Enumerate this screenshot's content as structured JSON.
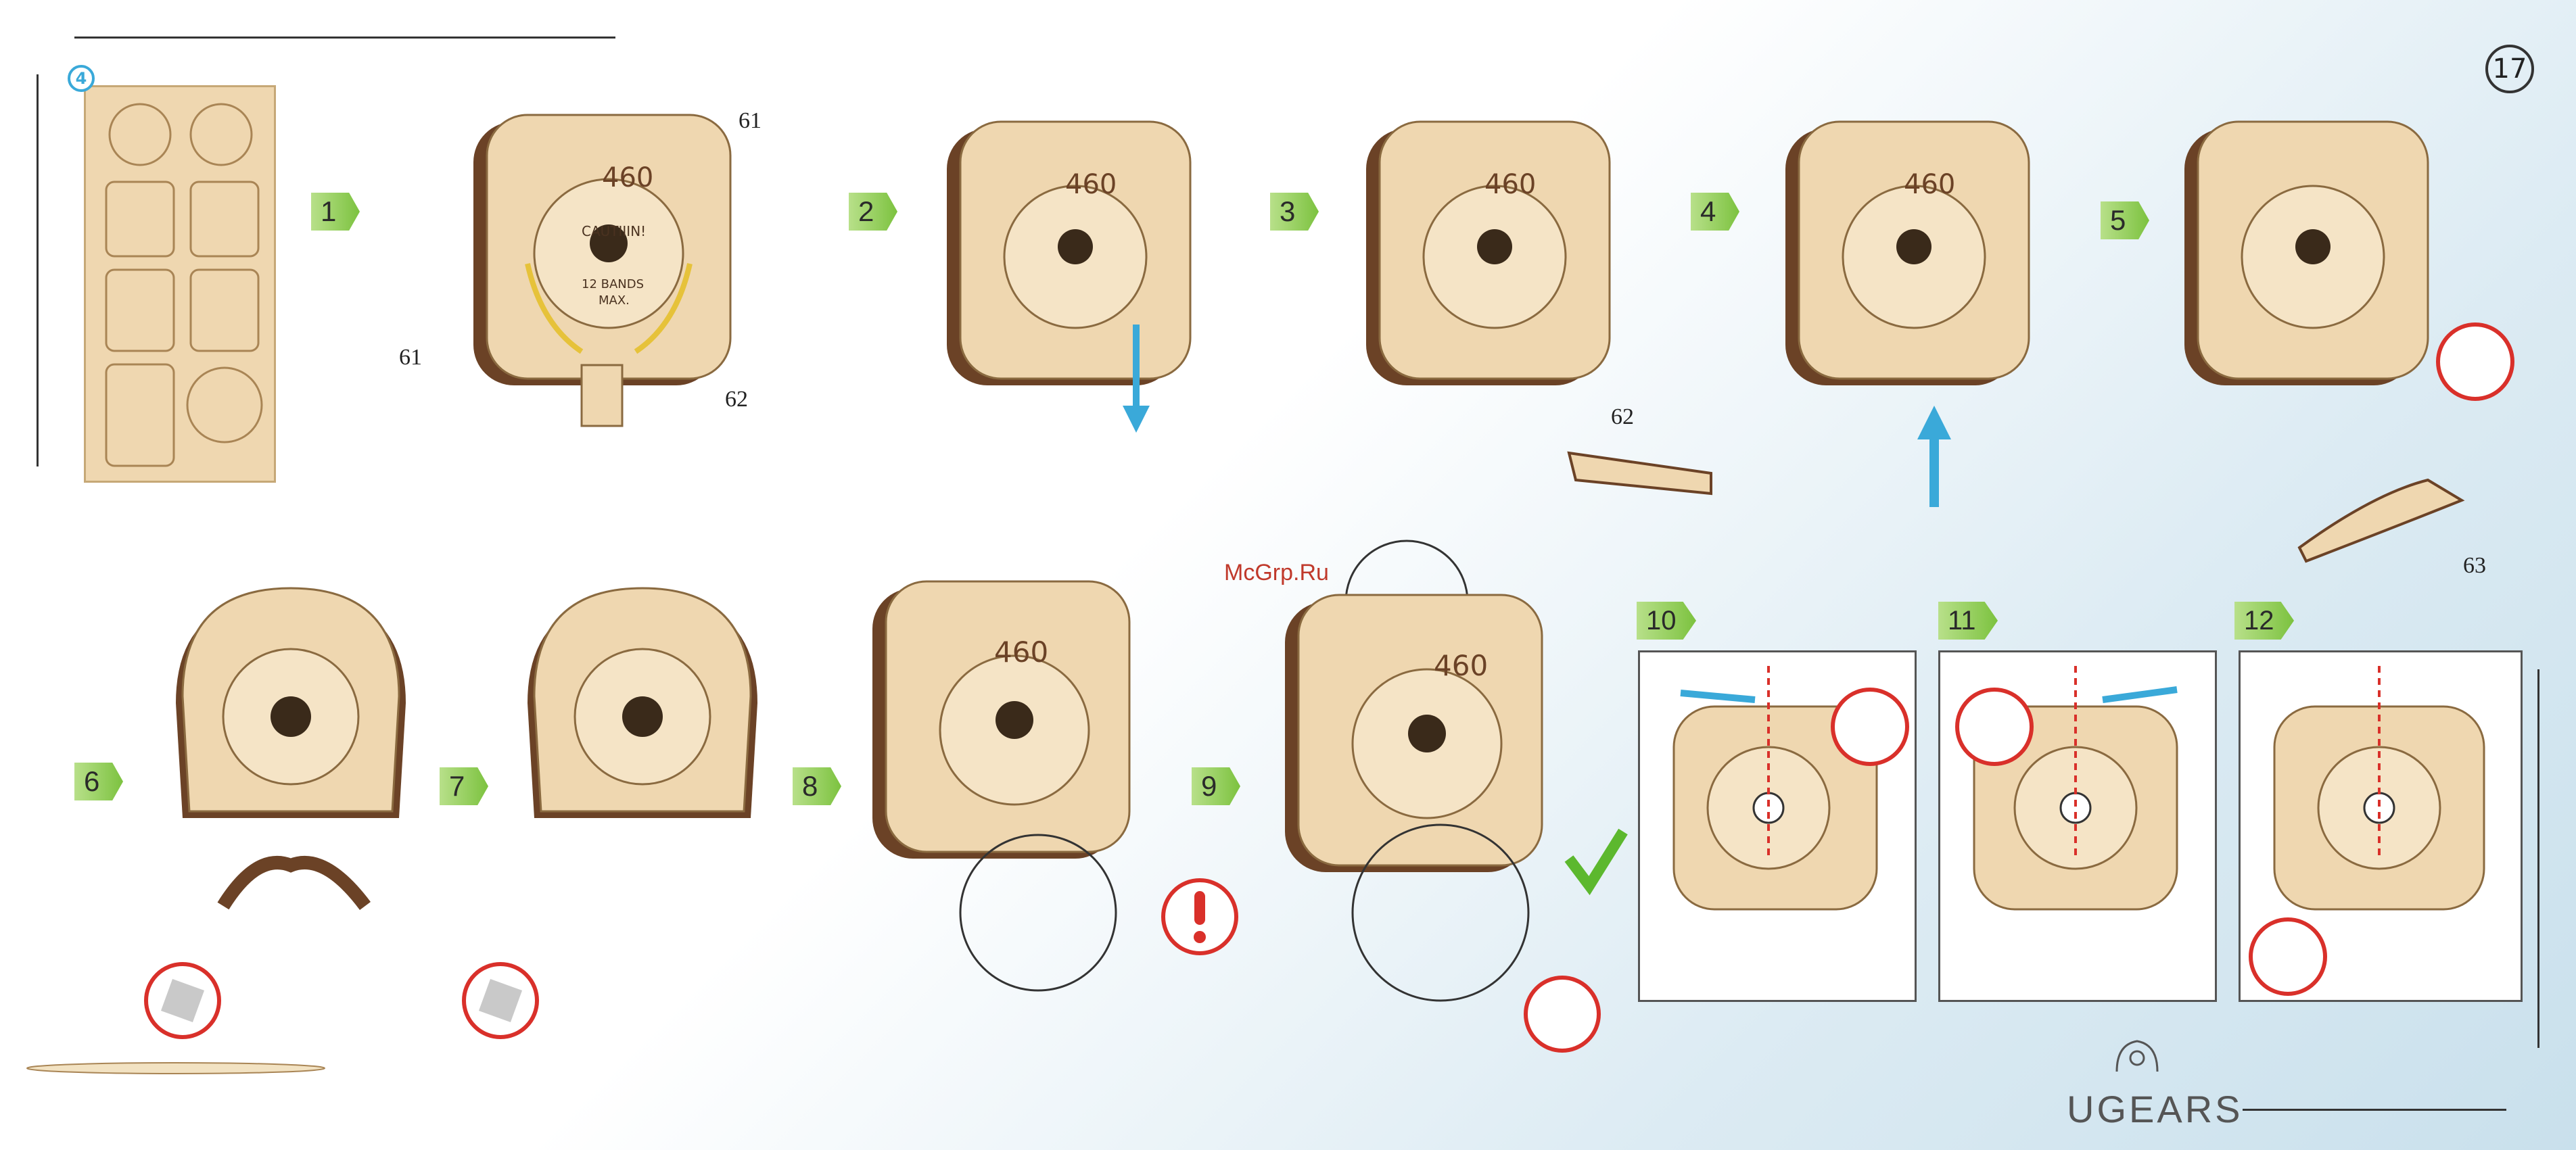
{
  "page": {
    "number": "17"
  },
  "parts_sheet": {
    "sheet_number": "4"
  },
  "steps": [
    {
      "label": "1",
      "callouts": [
        "61",
        "61",
        "62"
      ]
    },
    {
      "label": "2",
      "callouts": []
    },
    {
      "label": "3",
      "callouts": [
        "62"
      ]
    },
    {
      "label": "4",
      "callouts": []
    },
    {
      "label": "5",
      "callouts": [
        "63"
      ]
    },
    {
      "label": "6",
      "callouts": []
    },
    {
      "label": "7",
      "callouts": []
    },
    {
      "label": "8",
      "callouts": []
    },
    {
      "label": "9",
      "callouts": []
    },
    {
      "label": "10",
      "callouts": []
    },
    {
      "label": "11",
      "callouts": []
    },
    {
      "label": "12",
      "callouts": []
    }
  ],
  "model": {
    "number": "460",
    "warning": "CAUTIIIN!",
    "bands": "12 BANDS",
    "max": "MAX."
  },
  "watermark": "McGrp.Ru",
  "brand": "UGEARS",
  "colors": {
    "accent_green": "#7cc23f",
    "arrow_blue": "#3aa9d9",
    "warning_red": "#d9302a",
    "wood": "#efd7b0",
    "wood_dark": "#6b4226"
  }
}
